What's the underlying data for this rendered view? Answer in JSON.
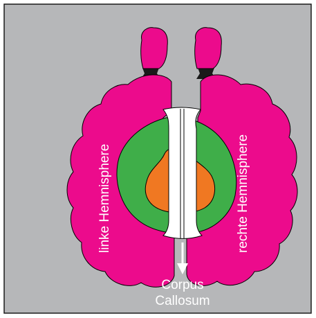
{
  "colors": {
    "background": "#b6b7b9",
    "frame": "#1a1a1a",
    "hemisphere": "#ec0b8c",
    "bulb_stem": "#1a1a1a",
    "green_region": "#3fae49",
    "orange_region": "#f07822",
    "corpus_callosum": "#ffffff",
    "outline": "#000000",
    "label_text": "#ffffff"
  },
  "labels": {
    "left_hemisphere": "linke Hemnisphere",
    "right_hemisphere": "rechte Hemnisphere",
    "corpus_line1": "Corpus",
    "corpus_line2": "Callosum"
  },
  "icons": {
    "arrow": "arrow-down-icon"
  }
}
